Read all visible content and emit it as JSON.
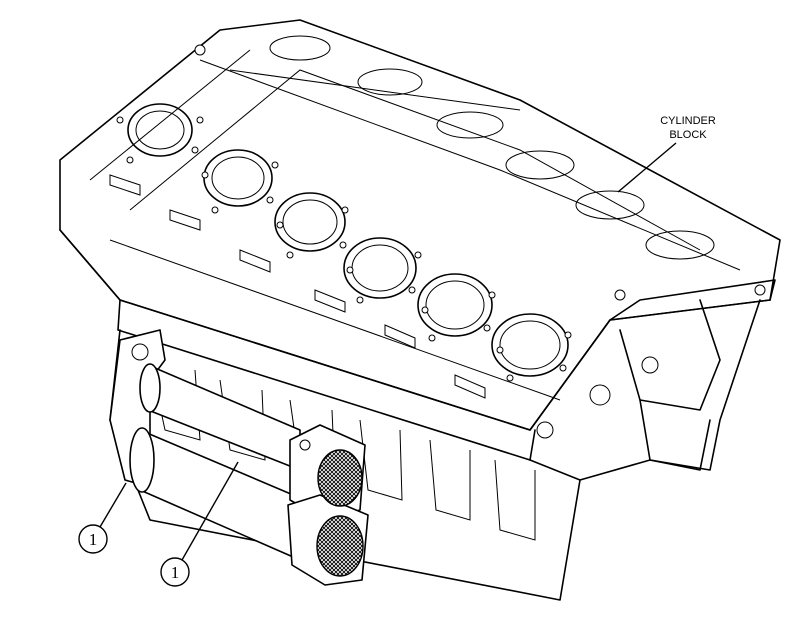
{
  "labels": {
    "cylinder_block_line1": "CYLINDER",
    "cylinder_block_line2": "BLOCK",
    "callout_1a": "1",
    "callout_1b": "1"
  }
}
